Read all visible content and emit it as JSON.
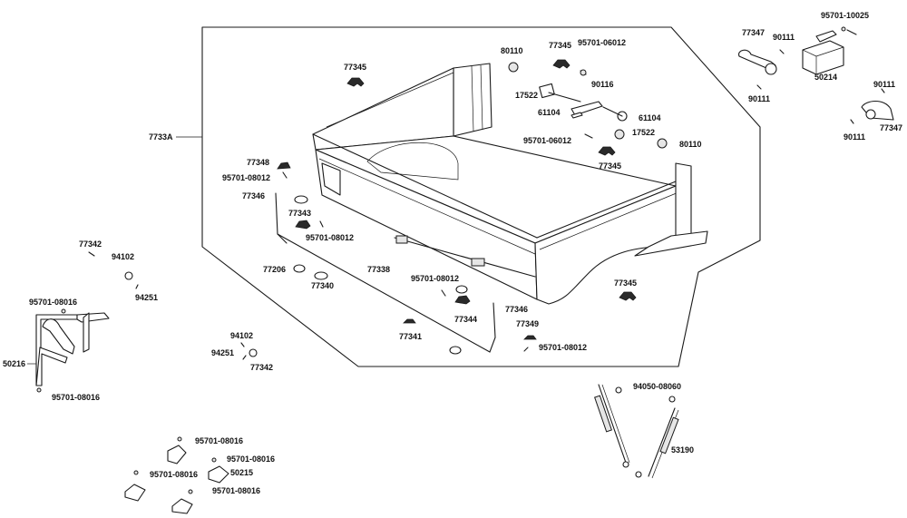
{
  "diagram": {
    "colors": {
      "line": "#1a1a1a",
      "background": "#ffffff",
      "text": "#111111"
    },
    "callouts": {
      "p95701_10025": "95701-10025",
      "p77347_a": "77347",
      "p90111_a": "90111",
      "p90111_b": "90111",
      "p50214": "50214",
      "p90111_c": "90111",
      "p77347_b": "77347",
      "p90111_d": "90111",
      "p80110_a": "80110",
      "p77345_a": "77345",
      "p95701_06012_a": "95701-06012",
      "p77345_b": "77345",
      "p17522_a": "17522",
      "p90116": "90116",
      "p61104_a": "61104",
      "p61104_b": "61104",
      "p17522_b": "17522",
      "p95701_06012_b": "95701-06012",
      "p80110_b": "80110",
      "p77345_c": "77345",
      "p7733A": "7733A",
      "p77348": "77348",
      "p95701_08012_a": "95701-08012",
      "p77346_a": "77346",
      "p77343": "77343",
      "p95701_08012_b": "95701-08012",
      "p77342_a": "77342",
      "p94102_a": "94102",
      "p94251_a": "94251",
      "p77206": "77206",
      "p77338": "77338",
      "p77340": "77340",
      "p95701_08012_c": "95701-08012",
      "p77345_d": "77345",
      "p77344": "77344",
      "p77346_b": "77346",
      "p77349": "77349",
      "p95701_08012_d": "95701-08012",
      "p77341": "77341",
      "p95701_08016_a": "95701-08016",
      "p50216": "50216",
      "p95701_08016_b": "95701-08016",
      "p94102_b": "94102",
      "p94251_b": "94251",
      "p77342_b": "77342",
      "p94050_08060": "94050-08060",
      "p53190": "53190",
      "p95701_08016_c": "95701-08016",
      "p95701_08016_d": "95701-08016",
      "p95701_08016_e": "95701-08016",
      "p50215": "50215",
      "p95701_08016_f": "95701-08016"
    }
  }
}
